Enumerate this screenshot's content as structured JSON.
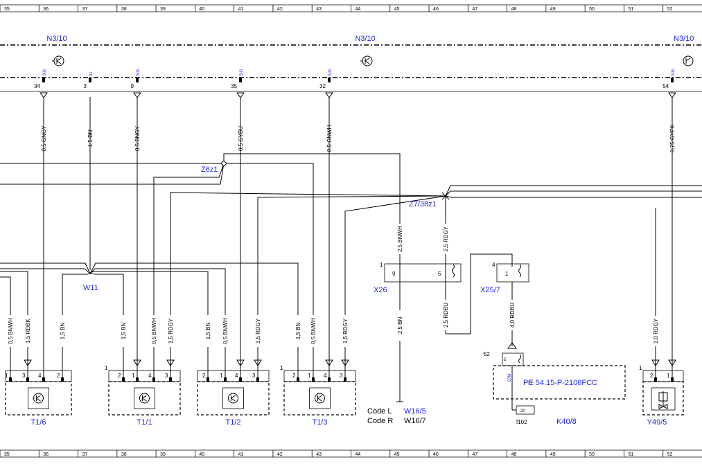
{
  "ruler": [
    "35",
    "36",
    "37",
    "38",
    "39",
    "40",
    "41",
    "42",
    "43",
    "44",
    "45",
    "46",
    "47",
    "48",
    "49",
    "50",
    "51",
    "52"
  ],
  "ecu_label": "N3/10",
  "ecu_pins": [
    {
      "pin": "34",
      "sig": "SIG",
      "wire": "0,5 GNGY"
    },
    {
      "pin": "3",
      "sig": "31",
      "wire": "1,5 BN"
    },
    {
      "pin": "9",
      "sig": "SIG",
      "wire": "0,5 BNGY"
    },
    {
      "pin": "35",
      "sig": "SIG",
      "wire": "0,5 GYBU"
    },
    {
      "pin": "32",
      "sig": "SIG",
      "wire": "0,5 GNWH"
    },
    {
      "pin": "54",
      "sig": "SIG",
      "wire": "0,75 GYPK"
    }
  ],
  "splices": {
    "z6": "Z6z1",
    "z7": "Z7/38z1",
    "w11": "W11"
  },
  "connectors": {
    "x26": {
      "label": "X26",
      "num": "1",
      "pin_a": "9",
      "pin_b": "5"
    },
    "x25": {
      "label": "X25/7",
      "num": "4",
      "pin": "1"
    }
  },
  "wires_mid": {
    "x26_top_a": "2,5 BNWH",
    "x26_top_b": "2,5 RDGY",
    "x26_bot_a": "2,5 BN",
    "x26_bot_b": "2,5 RDBU",
    "x25_bot": "4,0 RDBU",
    "y49_in": "1,0 RDGY"
  },
  "lower_wires": [
    "0,5 BNWH",
    "1,5 RDBK",
    "1,5 BN",
    "1,5 BN",
    "0,5 BNWH",
    "1,5 RDGY",
    "1,5 BN",
    "0,5 BNWH",
    "1,5 RDGY",
    "1,5 BN",
    "0,5 BNWH",
    "1,5 RDGY"
  ],
  "components": [
    {
      "label": "T1/6",
      "pins": [
        "1",
        "3",
        "4",
        "2"
      ]
    },
    {
      "label": "T1/1",
      "pins": [
        "2",
        "1",
        "4",
        "3"
      ],
      "num": "1"
    },
    {
      "label": "T1/2",
      "pins": [
        "2",
        "1",
        "4",
        "3"
      ]
    },
    {
      "label": "T1/3",
      "pins": [
        "2",
        "1",
        "4",
        "3"
      ],
      "num": "1"
    },
    {
      "label": "Y49/5",
      "pins": [
        "2",
        "1"
      ],
      "num": "1"
    }
  ],
  "codes": [
    {
      "code": "Code L",
      "ref": "W16/5"
    },
    {
      "code": "Code R",
      "ref": "W16/7"
    }
  ],
  "relay": {
    "s2": "S2",
    "pin5": "5",
    "pin87m": "87M",
    "ref": "PE 54.15-P-2106FCC",
    "fuse": "20",
    "fuse_label": "f102",
    "module": "K40/8"
  }
}
